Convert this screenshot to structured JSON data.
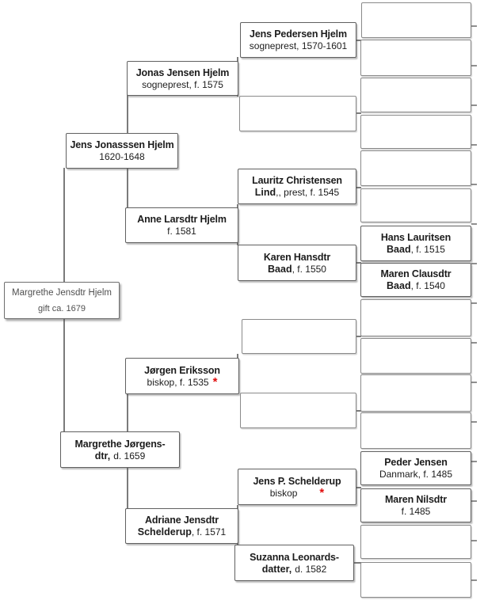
{
  "chart_type": "pedigree-family-tree",
  "generations": 5,
  "colors": {
    "asterisk_red": "#e10c0c",
    "box_border": "#606060",
    "connector_gray": "#7b7b7b",
    "background": "#ffffff"
  },
  "persons": {
    "root": {
      "name": "Margrethe Jensdtr Hjelm",
      "detail": "gift ca. 1679"
    },
    "jens_jonasssen": {
      "name": "Jens Jonasssen Hjelm",
      "detail": "1620-1648"
    },
    "margrethe_jorgensdtr": {
      "name": "Margrethe Jørgens-",
      "name2": "dtr,",
      "detail": "d. 1659"
    },
    "jonas": {
      "name": "Jonas Jensen Hjelm",
      "detail": "sogneprest, f. 1575"
    },
    "anne": {
      "name": "Anne Larsdtr Hjelm",
      "detail": "f. 1581"
    },
    "jorgen": {
      "name": "Jørgen Eriksson",
      "detail": "biskop, f. 1535",
      "flag": "*"
    },
    "adriane": {
      "name": "Adriane Jensdtr",
      "name2": "Schelderup",
      "detail": ", f. 1571"
    },
    "jens_pedersen": {
      "name": "Jens Pedersen Hjelm",
      "detail": "sogneprest, 1570-1601"
    },
    "lauritz": {
      "name": "Lauritz Christensen",
      "name2": "Lind",
      "detail": ",, prest, f. 1545"
    },
    "karen": {
      "name": "Karen Hansdtr",
      "name2": "Baad",
      "detail": ", f. 1550"
    },
    "jens_p_schelderup": {
      "name": "Jens P. Schelderup",
      "detail": "biskop",
      "flag": "*"
    },
    "suzanna": {
      "name": "Suzanna Leonards-",
      "name2": "datter,",
      "detail": "d. 1582"
    },
    "hans_lauritsen": {
      "name": "Hans Lauritsen",
      "name2": "Baad",
      "detail": ", f. 1515"
    },
    "maren_clausdtr": {
      "name": "Maren Clausdtr",
      "name2": "Baad",
      "detail": ", f. 1540"
    },
    "peder_jensen": {
      "name": "Peder Jensen",
      "detail": "Danmark, f. 1485"
    },
    "maren_nilsdtr": {
      "name": "Maren Nilsdtr",
      "detail": "f. 1485"
    }
  }
}
